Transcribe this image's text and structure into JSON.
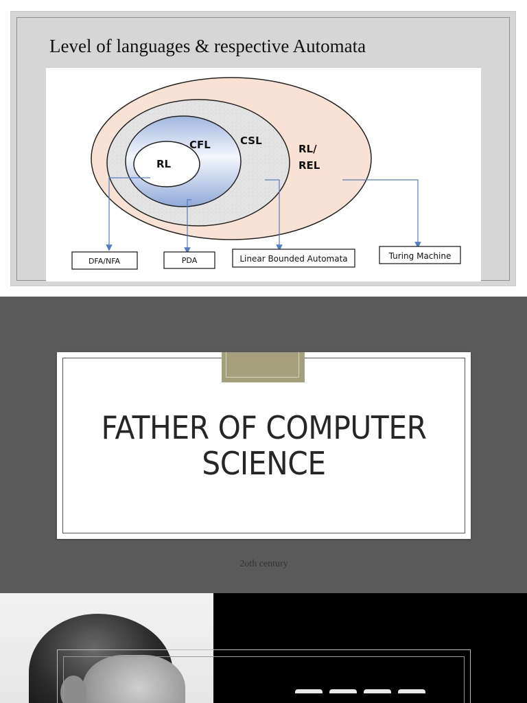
{
  "slide1": {
    "title": "Level of languages & respective Automata",
    "diagram": {
      "sets": {
        "rl": "RL",
        "cfl": "CFL",
        "csl": "CSL",
        "rel_line1": "RL/",
        "rel_line2": "REL"
      },
      "automata": {
        "dfa_nfa": "DFA/NFA",
        "pda": "PDA",
        "lba": "Linear Bounded Automata",
        "tm": "Turing Machine"
      },
      "colors": {
        "outer_fill": "#f9e2d3",
        "csl_fill": "#e2e2e2",
        "cfl_fill": "#a7bce0",
        "arrow": "#4f7ec4"
      }
    }
  },
  "slide2": {
    "title_line1": "FATHER OF COMPUTER",
    "title_line2": "SCIENCE",
    "subtitle": "2oth century",
    "colors": {
      "background": "#5a5a5a",
      "tab": "#a59f7c"
    }
  },
  "slide3": {
    "photo": "portrait-photo"
  }
}
